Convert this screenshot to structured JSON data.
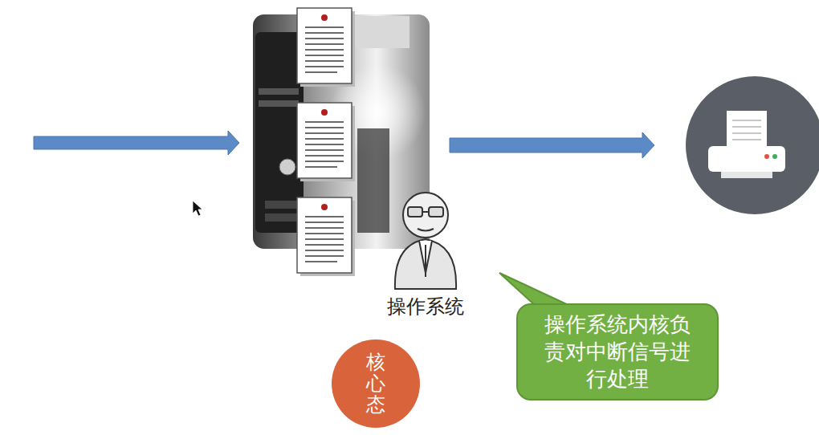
{
  "diagram": {
    "nodes": [
      {
        "text": [
          "操作系统内核负责对中断信号进行处理"
        ]
      },
      {
        "text": [
          "核心态"
        ]
      }
    ],
    "labels": [
      "操作系统"
    ]
  }
}
